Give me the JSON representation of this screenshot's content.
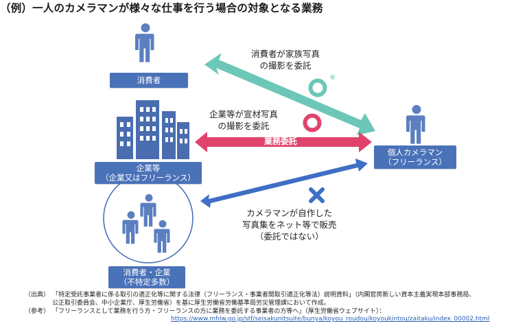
{
  "title": "（例）一人のカメラマンが様々な仕事を行う場合の対象となる業務",
  "nodes": {
    "consumer": {
      "label": "消費者"
    },
    "company": {
      "line1": "企業等",
      "line2": "（企業又はフリーランス）"
    },
    "public": {
      "line1": "消費者・企業",
      "line2": "（不特定多数）"
    },
    "cameraman": {
      "line1": "個人カメラマン",
      "line2": "（フリーランス）"
    }
  },
  "labels": {
    "family": {
      "line1": "消費者が家族写真",
      "line2": "の撮影を委託"
    },
    "corporate": {
      "line1": "企業等が宣材写真",
      "line2": "の撮影を委託"
    },
    "arrow_label": "業務委託",
    "self": {
      "line1": "カメラマンが自作した",
      "line2": "写真集をネット等で販売",
      "line3": "（委託ではない）"
    },
    "mark": "※"
  },
  "symbols": {
    "consumer_arrow": "circle-mark",
    "corporate_arrow": "circle-mark",
    "self_arrow": "cross-mark"
  },
  "colors": {
    "teal": "#6cc7b8",
    "pink": "#e0436b",
    "blue": "#3f6fc4",
    "box": "#4a72b8",
    "person": "#5b7fc0"
  },
  "notes": {
    "source_tag": "（出典）",
    "source_line1": "「特定受託事業者に係る取引の適正化等に関する法律（フリーランス・事業者間取引適正化等法）説明資料」（内閣官房新しい資本主義実現本部事務局、",
    "source_line2": "公正取引委員会、中小企業庁、厚生労働省）を基に厚生労働省労働基準局労災管理課において作成。",
    "ref_tag": "（参考）",
    "ref_line": "「フリーランスとして業務を行う方・フリーランスの方に業務を委託する事業者の方等へ」（厚生労働省ウェブサイト）：",
    "url": "https://www.mhlw.go.jp/stf/seisakunitsuite/bunya/koyou_roudou/koyoukintou/zaitaku/index_00002.html"
  }
}
